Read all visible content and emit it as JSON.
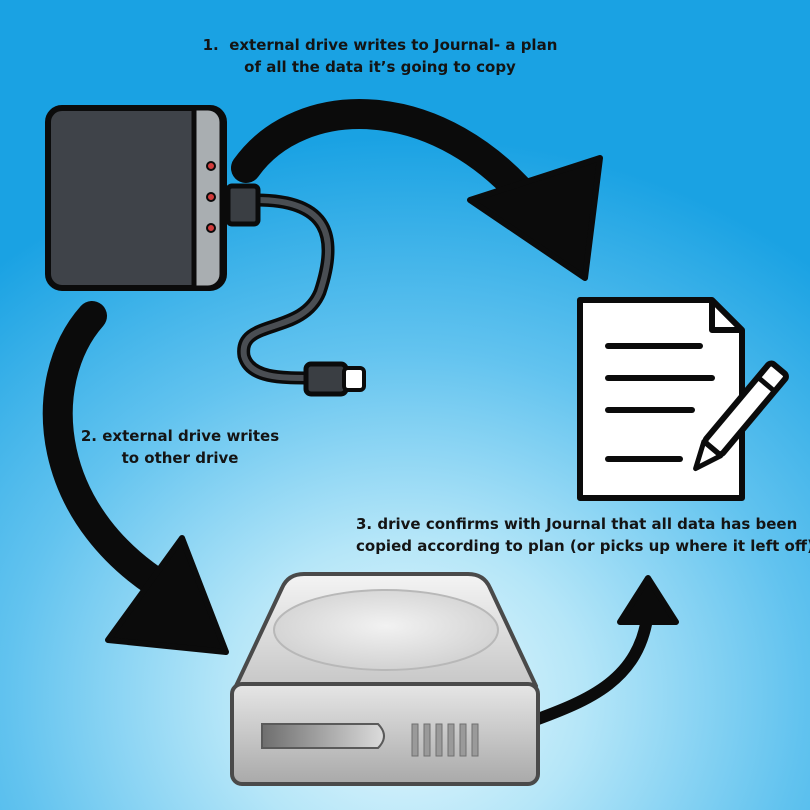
{
  "steps": [
    {
      "number": "1.",
      "lines": [
        "external drive writes to Journal- a plan",
        "of all the data it’s going to copy"
      ]
    },
    {
      "number": "2.",
      "lines": [
        "external drive writes",
        "to other drive"
      ]
    },
    {
      "number": "3.",
      "lines": [
        "drive confirms with Journal that all data has been",
        "copied according to plan (or picks up where it left off)"
      ]
    }
  ],
  "icons": {
    "external_drive": "external-hard-drive-icon",
    "journal": "journal-document-with-pencil-icon",
    "internal_drive": "internal-hard-drive-icon"
  },
  "colors": {
    "background_edge": "#1aa2e3",
    "background_center": "#e8f8fd",
    "arrow": "#0b0b0b",
    "external_drive_body": "#3f4349",
    "external_drive_panel": "#a9aeb1",
    "indicator_led": "#d23c3c"
  }
}
